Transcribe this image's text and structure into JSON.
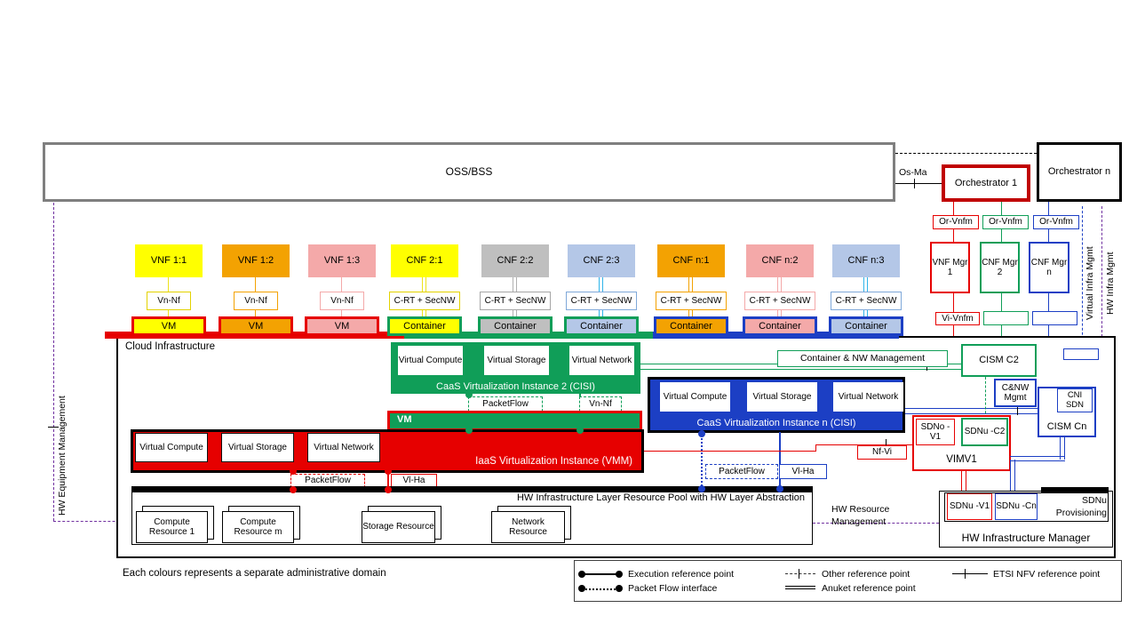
{
  "colors": {
    "red": "#E60000",
    "dark_red": "#C00000",
    "green": "#109E58",
    "blue": "#1C3FC4",
    "purple": "#7030A0",
    "yellow": "#FFFF00",
    "orange": "#F3A202",
    "pink": "#F4A9A9",
    "gray": "#BFBFBF",
    "light_blue": "#B4C7E7",
    "cyan": "#2FB4E9"
  },
  "top": {
    "oss": "OSS/BSS",
    "os_ma": "Os-Ma",
    "orchestrator_1": "Orchestrator 1",
    "orchestrator_n": "Orchestrator n",
    "or_vnfm": [
      "Or-Vnfm",
      "Or-Vnfm",
      "Or-Vnfm"
    ]
  },
  "columns": [
    {
      "title": "VNF 1:1",
      "ref": "Vn-Nf",
      "unit": "VM"
    },
    {
      "title": "VNF 1:2",
      "ref": "Vn-Nf",
      "unit": "VM"
    },
    {
      "title": "VNF 1:3",
      "ref": "Vn-Nf",
      "unit": "VM"
    },
    {
      "title": "CNF 2:1",
      "ref": "C-RT + SecNW",
      "unit": "Container"
    },
    {
      "title": "CNF 2:2",
      "ref": "C-RT + SecNW",
      "unit": "Container"
    },
    {
      "title": "CNF 2:3",
      "ref": "C-RT + SecNW",
      "unit": "Container"
    },
    {
      "title": "CNF n:1",
      "ref": "C-RT + SecNW",
      "unit": "Container"
    },
    {
      "title": "CNF n:2",
      "ref": "C-RT + SecNW",
      "unit": "Container"
    },
    {
      "title": "CNF n:3",
      "ref": "C-RT + SecNW",
      "unit": "Container"
    }
  ],
  "managers": {
    "vnf_mgr_1": "VNF Mgr 1",
    "cnf_mgr_2": "CNF Mgr 2",
    "cnf_mgr_n": "CNF Mgr n",
    "vi_vnfm": "Vi-Vnfm"
  },
  "cloud": {
    "label": "Cloud Infrastructure",
    "caas2": {
      "virtual": [
        "Virtual Compute",
        "Virtual Storage",
        "Virtual Network"
      ],
      "title": "CaaS Virtualization Instance 2 (CISI)",
      "packet_flow": "PacketFlow",
      "vn_nf": "Vn-Nf",
      "vm": "VM"
    },
    "caasn": {
      "virtual": [
        "Virtual Compute",
        "Virtual Storage",
        "Virtual Network"
      ],
      "title": "CaaS Virtualization Instance n (CISI)",
      "packet_flow": "PacketFlow",
      "vl_ha": "Vl-Ha"
    },
    "iaas": {
      "virtual": [
        "Virtual Compute",
        "Virtual Storage",
        "Virtual Network"
      ],
      "title": "IaaS Virtualization Instance (VMM)",
      "packet_flow": "PacketFlow",
      "vl_ha": "Vl-Ha"
    },
    "hw_pool": {
      "title": "HW Infrastructure Layer Resource Pool with HW Layer Abstraction",
      "resources": [
        "Compute Resource 1",
        "Compute Resource m",
        "Storage Resource",
        "Network Resource"
      ]
    },
    "container_nw_mgmt": "Container & NW Management",
    "cism_c2": "CISM C2",
    "cnw_mgmt": "C&NW Mgmt",
    "cni_sdn": "CNI SDN",
    "cism_cn": "CISM Cn",
    "nf_vi": "Nf-Vi",
    "vim": {
      "sdno_v1": "SDNo -V1",
      "sdnu_c2": "SDNu -C2",
      "label": "VIMV1"
    },
    "hw_mgr": {
      "sdnu_v1": "SDNu -V1",
      "sdnu_cn": "SDNu -Cn",
      "sdnu_provisioning": "SDNu Provisioning",
      "label": "HW Infrastructure Manager"
    },
    "hw_resource_mgmt": "HW Resource Management"
  },
  "side_labels": {
    "hw_equipment_mgmt": "HW Equipment Management",
    "virtual_infra_mgmt": "Virtual Infra Mgmt",
    "hw_infra_mgmt": "HW Infra Mgmt"
  },
  "legend": {
    "execution": "Execution reference point",
    "packet_flow": "Packet Flow interface",
    "other": "Other reference point",
    "anuket": "Anuket reference point",
    "etsi": "ETSI NFV reference point"
  },
  "footnote": "Each colours represents a separate administrative domain"
}
